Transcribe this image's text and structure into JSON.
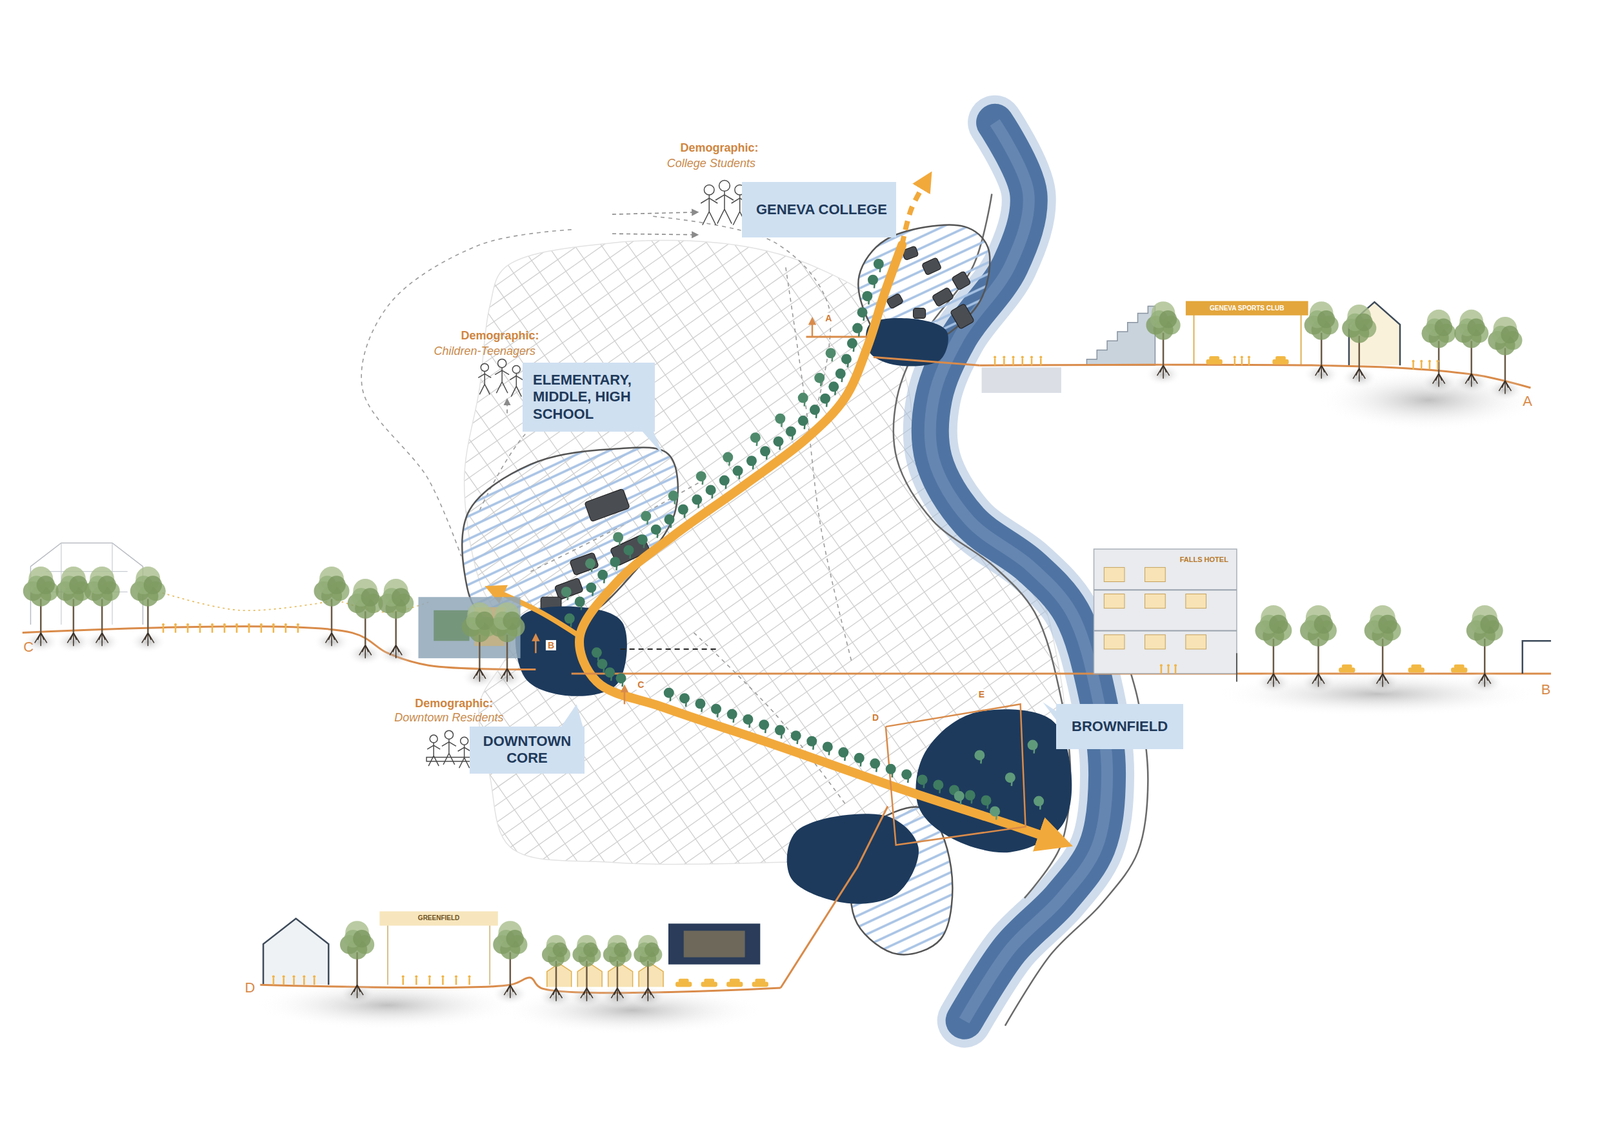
{
  "diagram": {
    "nodes": [
      {
        "text": [
          "GENEVA COLLEGE"
        ]
      },
      {
        "text": [
          "ELEMENTARY, MIDDLE, HIGH SCHOOL"
        ]
      },
      {
        "text": [
          "DOWNTOWN CORE"
        ]
      },
      {
        "text": [
          "BROWNFIELD"
        ]
      }
    ],
    "labels": [
      "Demographic:",
      "College Students",
      "Demographic:",
      "Children-Teenagers",
      "Demographic:",
      "Downtown Residents",
      "GENEVA SPORTS CLUB",
      "FALLS HOTEL",
      "GREENFIELD",
      "A",
      "B",
      "C",
      "D",
      "A",
      "B",
      "C",
      "D",
      "E"
    ]
  }
}
